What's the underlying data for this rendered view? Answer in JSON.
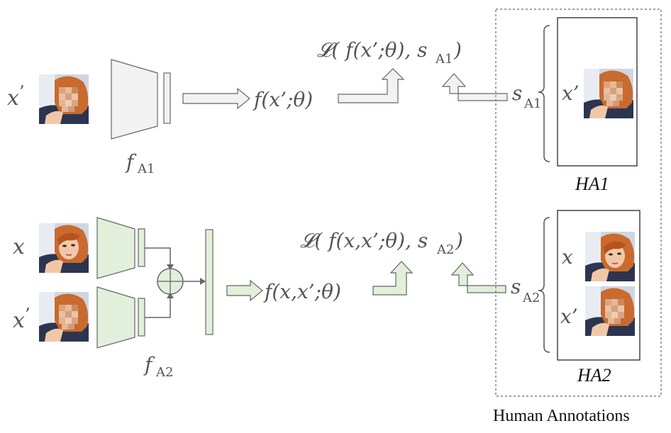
{
  "colors": {
    "gray_fill": "#f2f2f2",
    "green_fill": "#e2efda",
    "stroke": "#666666",
    "text": "#555555"
  },
  "top": {
    "input_label": "x",
    "input_prime": "’",
    "model_name": "f",
    "model_sub": "A1",
    "output_expr": "f(x’;θ)",
    "loss_expr": "𝓛( f(x’;θ), s",
    "loss_sub": "A1",
    "loss_close": " )",
    "score_label": "s",
    "score_sub": "A1"
  },
  "bottom": {
    "input1_label": "x",
    "input2_label": "x",
    "input2_prime": "’",
    "model_name": "f",
    "model_sub": "A2",
    "output_expr": "f(x,x’;θ)",
    "loss_expr": "𝓛( f(x,x’;θ), s",
    "loss_sub": "A2",
    "loss_close": " )",
    "score_label": "s",
    "score_sub": "A2"
  },
  "annotations": {
    "ha1_input": "x’",
    "ha1_label": "HA1",
    "ha2_input1": "x",
    "ha2_input2": "x’",
    "ha2_label": "HA2",
    "panel_title": "Human Annotations"
  },
  "icons": [
    "face-photo-pixelated",
    "face-photo"
  ]
}
